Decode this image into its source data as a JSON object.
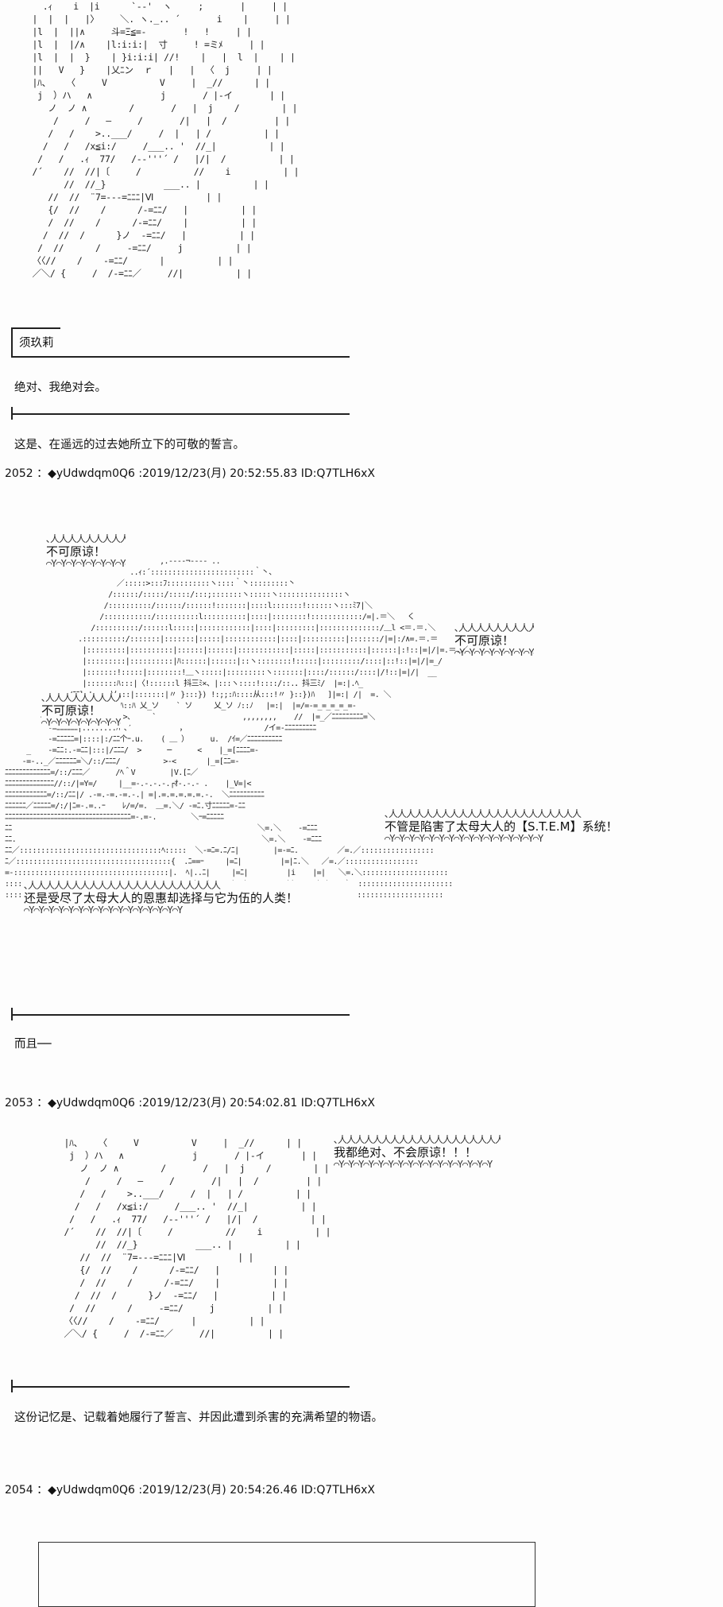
{
  "figure_top": {
    "art": "      .ｨ    i  |i      `‐‐'  ヽ     ;       |     | |\n    |  |  |   |〉    ＼. ヽ._.. ´       i    |     | |\n    |l  |  ||∧     斗=Ξ≦=‐       !   !     | |\n    |l  |  |/∧    |l:i:i:|  寸     ! =ミﾒ     | |\n    |l  |  |  }    | }i:i:i| //!    |   |  l  |    | |\n    ||   V   }    |乂ﾆン  ｒ   |   |  〈  j     | |\n    |ﾊ、   〈     V          V     |  _//      | |\n     j  ）ハ   ∧             j       / |‐イ       | |\n       ノ  ノ ∧        /       /   |  j    /        | |\n        /     /   —     /       /|   |  /         | |\n       /   /    >..___/     /  |   | /          | |\n      /   /   /x≦i:/     /___.. '  //_|          | |\n     /   /   .ｨ  77/   /‐‐'''´ /   |/|  /          | |\n    /´    //  //|〔     /          //    i          | |\n          //  //_}           ___.. |          | |\n       //  //  ¨7=‐‐‐=ﾆﾆﾆ|Ⅵ          | |\n       {/  //    /      /‐=ﾆﾆ/   |          | |\n       /  //    /      /‐=ﾆﾆ/    |          | |\n      /  //  /      }ノ  ‐=ﾆﾆ/   |          | |\n     /  //      /     ‐=ﾆﾆ/     j          | |\n    〈〈//    /    ‐=ﾆﾆ/      |          | |\n    ／＼/ {     /  /‐=ﾆﾆ／     //|          | |"
  },
  "dialogue_1": {
    "speaker": "须玖莉",
    "line": "绝对、我绝对会。"
  },
  "narration_1": "这是、在遥远的过去她所立下的可敬的誓言。",
  "post_2052": {
    "header": "2052 ：◆yUdwdqm0Q6 :2019/12/23(月) 20:52:55.83 ID:Q7TLH6xX",
    "bubbles": [
      "不可原谅！",
      "不可原谅！",
      "不可原谅！",
      "不管是陷害了太母大人的【S.T.E.M】系统！",
      "还是受尽了太母大人的恩惠却选择与它为伍的人类！"
    ],
    "art": "                                    ,.-‐‐‐¬‐‐‐- ..\n                             ..ｨ:´::::::::::::::::::::::::｀丶、\n                          ／:::::>:::ﾌ::::::::::ヽ::::｀丶:::::::::丶\n                        /::::::/:::::/:::::/:::;:::::::ヽ:::::ヽ:::::::::::::::ヽ\n                       /::::::::::/::::::/::::::!:::::::|::::l:::::::!::::::ヽ:::ﾐ7|＼\n                      /:::::::::::/::::::::::l::::::::::|::::|::::::::!::::::::::::/=|.＝＼   く\n                    /::::::::::/::::::l:::::|::::::::::::|::::|:::::::::|::::::::::::::/＿l <＝.＝.＼\n                 .::::::::::/:::::::|:::::::|:::::|::::::::::::|::::|::::::::::|:::::::/|=|:/∧=.＝.＝\n                  |:::::::::|::::::::::|::::::|::::::|::::::::::::|:::::|:::::::::::|::::::|:!::|=|/|=.＝.／\n                  |:::::::::|::::::::::|ﾊ::::::|::::::|::ヽ::::::::!:::::|:::::::::/::::|::!::|=|/|=_/\n                  |:::::::!:::::|::::::::!＿ヽ:::::|:::::::::ヽ:::::::|::::/::::::/::::|/!::|=|/|  __ \n                  |:::::::ﾊ:::|〈!::::::l 抖三ﾐ×、|:::ヽ::::!::::/::.．抖三ﾐ/  |=:|.ﾍ_\n             ＿/ﾆﾆl !::::乂:::|:::::::|〃 }:::}) !:;;:ﾊ::::从:::!〃 }::})ﾊ   ]|=:| /|  =. ＼\n          -=ﾆﾆﾆﾆﾆﾆ|:::::|ﾊ::ﾊ::ﾊ 乂_ソ    ` ソ     乂_ソ ﾉ::ﾉ   |=:|  |=/=-=_=_=_=_=-\n        -=ﾆﾆﾆﾆﾆﾆﾆ|::::l  ヽ  >、    `                    ,,,,,,,,    //  |=_／ﾆﾆﾆﾆﾆﾆﾆﾆﾆ=＼\n          -=ﾆﾆﾆﾆﾆﾆ|::::::::ﾊ ､′           ，                  /イ=-ﾆﾆﾆﾆﾆﾆﾆﾆﾆ\n          -=ﾆﾆﾆﾆﾆ=|::::|:/ﾆﾆ个ｰ.u.    ( ＿ ）     u.  /ｲ=／ﾆﾆﾆﾆﾆﾆﾆﾆﾆﾆ\n     _    -=ﾆﾆ:.-=ﾆﾆ|:::|/ﾆﾆﾆ/  >      ─      <    |_=[ﾆﾆﾆﾆ=‐\n    -=‐.._／ﾆﾆﾆﾆﾆﾆ=＼/::/ﾆﾆﾆ/          >‐<       |_=[ﾆﾆ=‐\nﾆﾆﾆﾆﾆﾆﾆﾆﾆﾆﾆﾆﾆ=/::/ﾆﾆﾆ／      /ﾍ＾V        |V.[ﾆ／\nﾆﾆﾆﾆﾆﾆﾆﾆﾆﾆﾆﾆﾆﾆ//::/|=Y=/     |__=-.-.-.-.┌ｵ-.-.- .    |_V=|<\nﾆﾆﾆﾆﾆﾆﾆﾆﾆﾆﾆﾆ=/::/ﾆﾆ|/ .-=.-=.-=.-.| =|.=.=.=.=.=.-.  ＼ﾆﾆﾆﾆﾆﾆﾆﾆﾆﾆ\nﾆﾆﾆﾆﾆﾆ／ﾆﾆﾆﾆﾆ=/:/|ﾆ=-.=..ｰ    ﾚ/=/=.  ＿=.＼/ -=ﾆ.寸ﾆﾆﾆﾆﾆ=-ﾆﾆ\nﾆﾆﾆﾆﾆﾆﾆﾆﾆﾆﾆﾆﾆﾆﾆﾆﾆﾆﾆﾆﾆﾆﾆﾆﾆﾆﾆﾆﾆﾆﾆﾆﾆﾆﾆﾆ=-.=-.        ＼ｰ=ﾆﾆﾆﾆﾆ\nﾆﾆ                                                         ＼=.＼    -=ﾆﾆﾆ\nﾆﾆ.                                                         ＼=.＼    ‐=ﾆﾆﾆ\nﾆﾆ／:::::::::::::::::::::::::::::::::ﾍ:::::  ＼‐=ﾆ=.ﾆ/ﾆ|        |=-=ﾆ.         ／=.／:::::::::::::::::\nﾆ／::::::::::::::::::::::::::::::::::::{  .ﾆ==ｰ     |=ﾆ|         |=|ﾆ.＼   ／=.／:::::::::::::::::\n=-::::::::::::::::::::::::::::::::::::|.  ﾍ|..ﾆ|     |=ﾆ|         |i    |=|   ＼=.＼::::::::::::::::::::\n::::::::::::::::::::::::::::::::::::::ﾊ    ﾝ|  ﾉ     |=ﾆ|         |i     |=|    ＼:::::::::::::::::::::::\n::::::::::::::::::::::::::::::::::::::!    ﾞ＼ﾉ    |=ﾆ| ,,,,  ､      |=|      ﾉ::::::::::::::::::::::::"
  },
  "narration_2": "而且──",
  "post_2053": {
    "header": "2053 ：◆yUdwdqm0Q6 :2019/12/23(月) 20:54:02.81 ID:Q7TLH6xX",
    "bubbles": [
      "我都绝对、不会原谅！！！"
    ],
    "art": "    |ﾊ、   〈     V          V     |  _//      | |\n     j  ）ハ   ∧             j       / |‐イ       | |\n       ノ  ノ ∧        /       /   |  j    /        | |\n        /     /   —     /       /|   |  /         | |\n       /   /    >..___/     /  |   | /          | |\n      /   /   /x≦i:/     /___.. '  //_|          | |\n     /   /   .ｨ  77/   /‐‐'''´ /   |/|  /          | |\n    /´    //  //|〔     /          //    i          | |\n          //  //_}           ___.. |          | |\n       //  //  ¨7=‐‐‐=ﾆﾆﾆ|Ⅵ          | |\n       {/  //    /      /‐=ﾆﾆ/   |          | |\n       /  //    /      /‐=ﾆﾆ/    |          | |\n      /  //  /      }ノ  ‐=ﾆﾆ/   |          | |\n     /  //      /     ‐=ﾆﾆ/     j          | |\n    〈〈//    /    ‐=ﾆﾆ/      |          | |\n    ／＼/ {     /  /‐=ﾆﾆ／     //|          | |"
  },
  "narration_3": "这份记忆是、记载着她履行了誓言、并因此遭到杀害的充满希望的物语。",
  "post_2054": {
    "header": "2054 ：◆yUdwdqm0Q6 :2019/12/23(月) 20:54:26.46 ID:Q7TLH6xX"
  },
  "bubble_spikes": {
    "top": "､人人人人人人人人人人人人人人人人人人人人人人",
    "bottom": "⌒Y⌒Y⌒Y⌒Y⌒Y⌒Y⌒Y⌒Y⌒Y⌒Y⌒Y⌒Y⌒Y⌒Y⌒Y⌒Y"
  }
}
